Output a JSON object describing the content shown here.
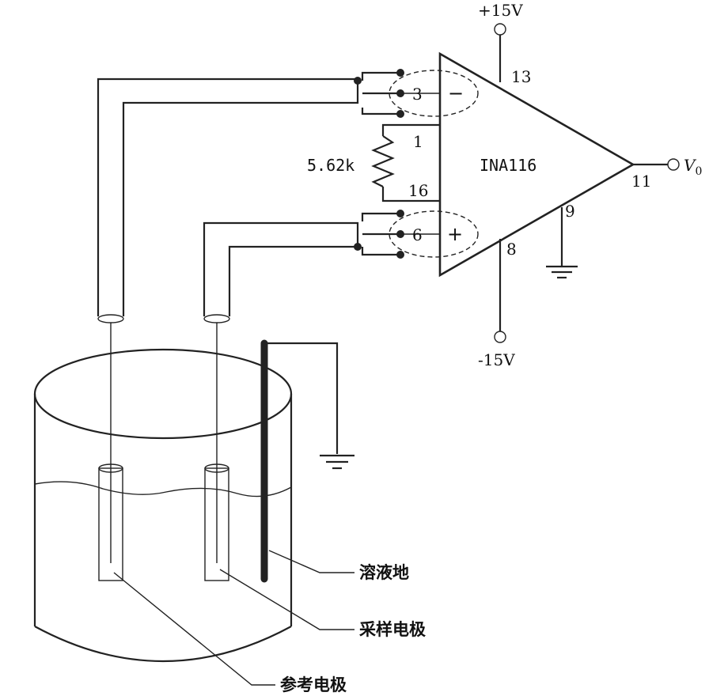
{
  "supply": {
    "positive": "+15V",
    "negative": "-15V"
  },
  "chip": {
    "name": "INA116",
    "pins": {
      "p13": "13",
      "p1": "1",
      "p16": "16",
      "p9": "9",
      "p8": "8",
      "p11": "11",
      "p3": "3",
      "p6": "6"
    },
    "minus_sign": "−",
    "plus_sign": "+"
  },
  "resistor": {
    "value": "5.62k"
  },
  "output": {
    "label": "V",
    "subscript": "0"
  },
  "callouts": {
    "solution_ground": "溶液地",
    "sampling_electrode": "采样电极",
    "reference_electrode": "参考电极"
  }
}
